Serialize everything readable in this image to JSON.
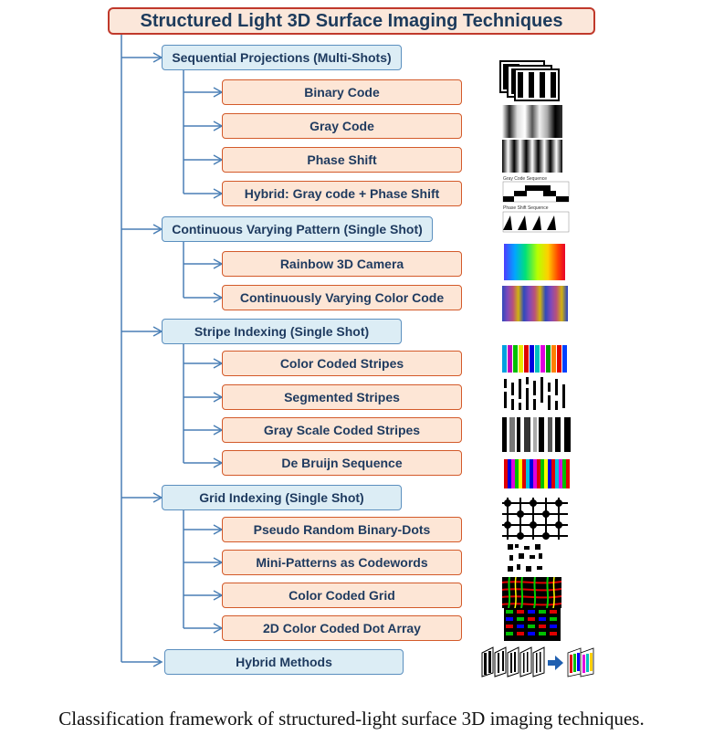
{
  "title": "Structured Light 3D Surface Imaging Techniques",
  "caption": "Classification framework of structured-light surface 3D imaging techniques.",
  "categories": [
    {
      "label": "Sequential Projections (Multi-Shots)",
      "leaves": [
        "Binary Code",
        "Gray Code",
        "Phase Shift",
        "Hybrid: Gray code + Phase Shift"
      ]
    },
    {
      "label": "Continuous Varying Pattern (Single Shot)",
      "leaves": [
        "Rainbow 3D Camera",
        "Continuously Varying Color Code"
      ]
    },
    {
      "label": "Stripe Indexing (Single Shot)",
      "leaves": [
        "Color Coded Stripes",
        "Segmented Stripes",
        "Gray Scale Coded Stripes",
        "De Bruijn Sequence"
      ]
    },
    {
      "label": "Grid Indexing (Single Shot)",
      "leaves": [
        "Pseudo Random Binary-Dots",
        "Mini-Patterns as Codewords",
        "Color Coded Grid",
        "2D Color Coded Dot Array"
      ]
    },
    {
      "label": "Hybrid Methods",
      "leaves": []
    }
  ],
  "thumbnail_text": {
    "gray_code_sequence": "Gray Code Sequence",
    "phase_shift_sequence": "Phase Shift Sequence"
  },
  "colors": {
    "line": "#4a7fb5",
    "title_border": "#c0392b",
    "category_fill": "#dcedf5",
    "leaf_fill": "#fde6d6"
  }
}
